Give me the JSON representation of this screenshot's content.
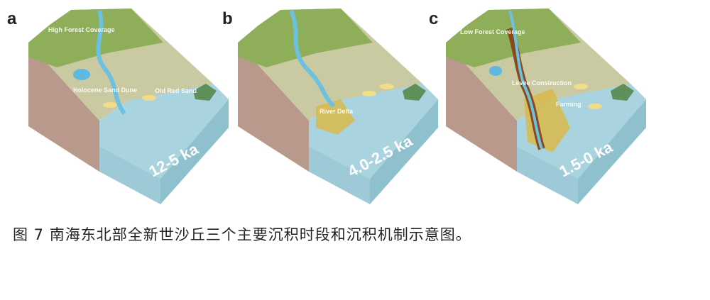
{
  "figure": {
    "panels": [
      {
        "letter": "a",
        "age": "12-5 ka",
        "labels": [
          "High Forest Coverage",
          "Holocene Sand Dune",
          "Old Red Sand"
        ]
      },
      {
        "letter": "b",
        "age": "4.0-2.5 ka",
        "labels": [
          "River Delta"
        ]
      },
      {
        "letter": "c",
        "age": "1.5-0 ka",
        "labels": [
          "Low Forest Coverage",
          "Levee Construction",
          "Farming"
        ]
      }
    ],
    "caption": "图 7 南海东北部全新世沙丘三个主要沉积时段和沉积机制示意图。"
  },
  "colors": {
    "land": "#c9c9a2",
    "forest": "#8fae5a",
    "sea": "#a9d4df",
    "soil": "#b9998b",
    "river": "#6cc0e0",
    "sand": "#f1dd8a",
    "delta": "#d9b84a",
    "levee": "#8a4a1e"
  }
}
